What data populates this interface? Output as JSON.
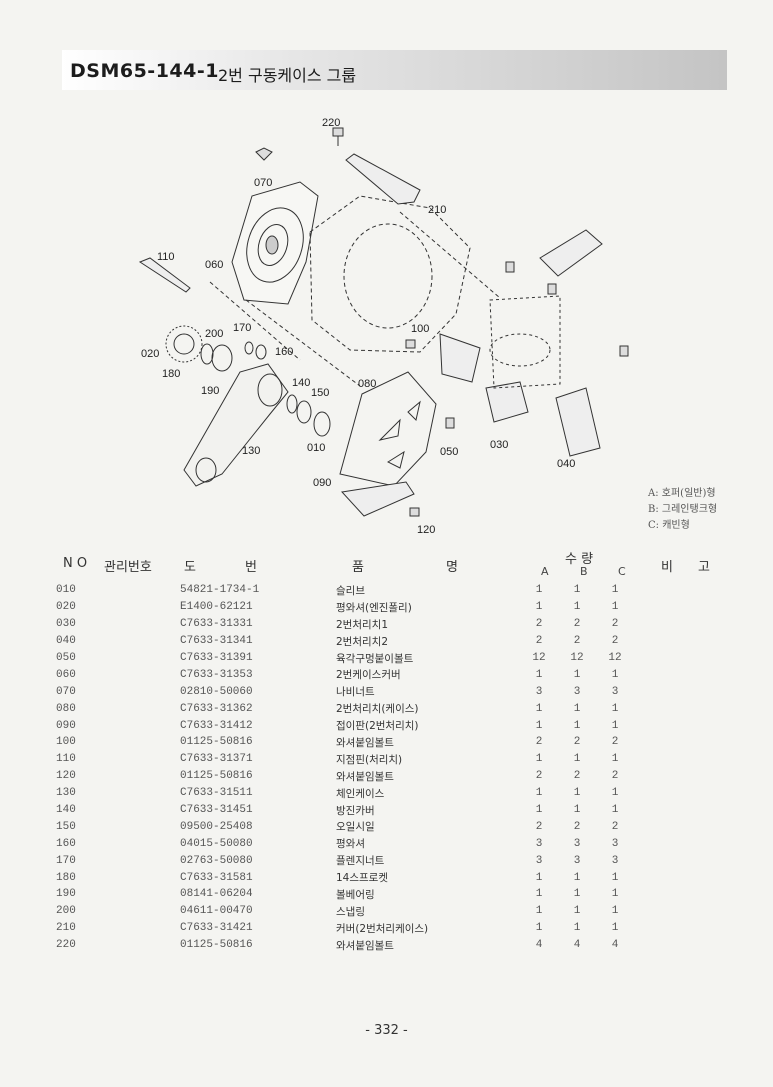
{
  "header": {
    "code": "DSM65-144-1",
    "title": "2번 구동케이스 그룹"
  },
  "callouts": [
    "220",
    "210",
    "070",
    "060",
    "110",
    "020",
    "200",
    "170",
    "160",
    "180",
    "190",
    "140",
    "150",
    "130",
    "010",
    "100",
    "080",
    "090",
    "120",
    "050",
    "030",
    "040"
  ],
  "legend": [
    "A: 호퍼(일반)형",
    "B: 그레인탱크형",
    "C: 캐빈형"
  ],
  "table": {
    "headers": {
      "no": "N O",
      "mgmt": "관리번호",
      "drawing_1": "도",
      "drawing_2": "번",
      "name_1": "품",
      "name_2": "명",
      "qty": "수  량",
      "qty_a": "A",
      "qty_b": "B",
      "qty_c": "C",
      "remark_1": "비",
      "remark_2": "고"
    },
    "rows": [
      {
        "no": "010",
        "part": "54821-1734-1",
        "name": "슬리브",
        "a": "1",
        "b": "1",
        "c": "1"
      },
      {
        "no": "020",
        "part": "E1400-62121",
        "name": "평와셔(엔진폴리)",
        "a": "1",
        "b": "1",
        "c": "1"
      },
      {
        "no": "030",
        "part": "C7633-31331",
        "name": "2번처리치1",
        "a": "2",
        "b": "2",
        "c": "2"
      },
      {
        "no": "040",
        "part": "C7633-31341",
        "name": "2번처리치2",
        "a": "2",
        "b": "2",
        "c": "2"
      },
      {
        "no": "050",
        "part": "C7633-31391",
        "name": "육각구멍붙이볼트",
        "a": "12",
        "b": "12",
        "c": "12"
      },
      {
        "no": "060",
        "part": "C7633-31353",
        "name": "2번케이스커버",
        "a": "1",
        "b": "1",
        "c": "1"
      },
      {
        "no": "070",
        "part": "02810-50060",
        "name": "나비너트",
        "a": "3",
        "b": "3",
        "c": "3"
      },
      {
        "no": "080",
        "part": "C7633-31362",
        "name": "2번처리치(케이스)",
        "a": "1",
        "b": "1",
        "c": "1"
      },
      {
        "no": "090",
        "part": "C7633-31412",
        "name": "접이판(2번처리치)",
        "a": "1",
        "b": "1",
        "c": "1"
      },
      {
        "no": "100",
        "part": "01125-50816",
        "name": "와셔붙임볼트",
        "a": "2",
        "b": "2",
        "c": "2"
      },
      {
        "no": "110",
        "part": "C7633-31371",
        "name": "지점핀(처리치)",
        "a": "1",
        "b": "1",
        "c": "1"
      },
      {
        "no": "120",
        "part": "01125-50816",
        "name": "와셔붙임볼트",
        "a": "2",
        "b": "2",
        "c": "2"
      },
      {
        "no": "130",
        "part": "C7633-31511",
        "name": "체인케이스",
        "a": "1",
        "b": "1",
        "c": "1"
      },
      {
        "no": "140",
        "part": "C7633-31451",
        "name": "방진카버",
        "a": "1",
        "b": "1",
        "c": "1"
      },
      {
        "no": "150",
        "part": "09500-25408",
        "name": "오일시일",
        "a": "2",
        "b": "2",
        "c": "2"
      },
      {
        "no": "160",
        "part": "04015-50080",
        "name": "평와셔",
        "a": "3",
        "b": "3",
        "c": "3"
      },
      {
        "no": "170",
        "part": "02763-50080",
        "name": "플렌지너트",
        "a": "3",
        "b": "3",
        "c": "3"
      },
      {
        "no": "180",
        "part": "C7633-31581",
        "name": "14스프로켓",
        "a": "1",
        "b": "1",
        "c": "1"
      },
      {
        "no": "190",
        "part": "08141-06204",
        "name": "볼베어링",
        "a": "1",
        "b": "1",
        "c": "1"
      },
      {
        "no": "200",
        "part": "04611-00470",
        "name": "스냅링",
        "a": "1",
        "b": "1",
        "c": "1"
      },
      {
        "no": "210",
        "part": "C7633-31421",
        "name": "커버(2번처리케이스)",
        "a": "1",
        "b": "1",
        "c": "1"
      },
      {
        "no": "220",
        "part": "01125-50816",
        "name": "와셔붙임볼트",
        "a": "4",
        "b": "4",
        "c": "4"
      }
    ]
  },
  "page_number": "- 332 -"
}
